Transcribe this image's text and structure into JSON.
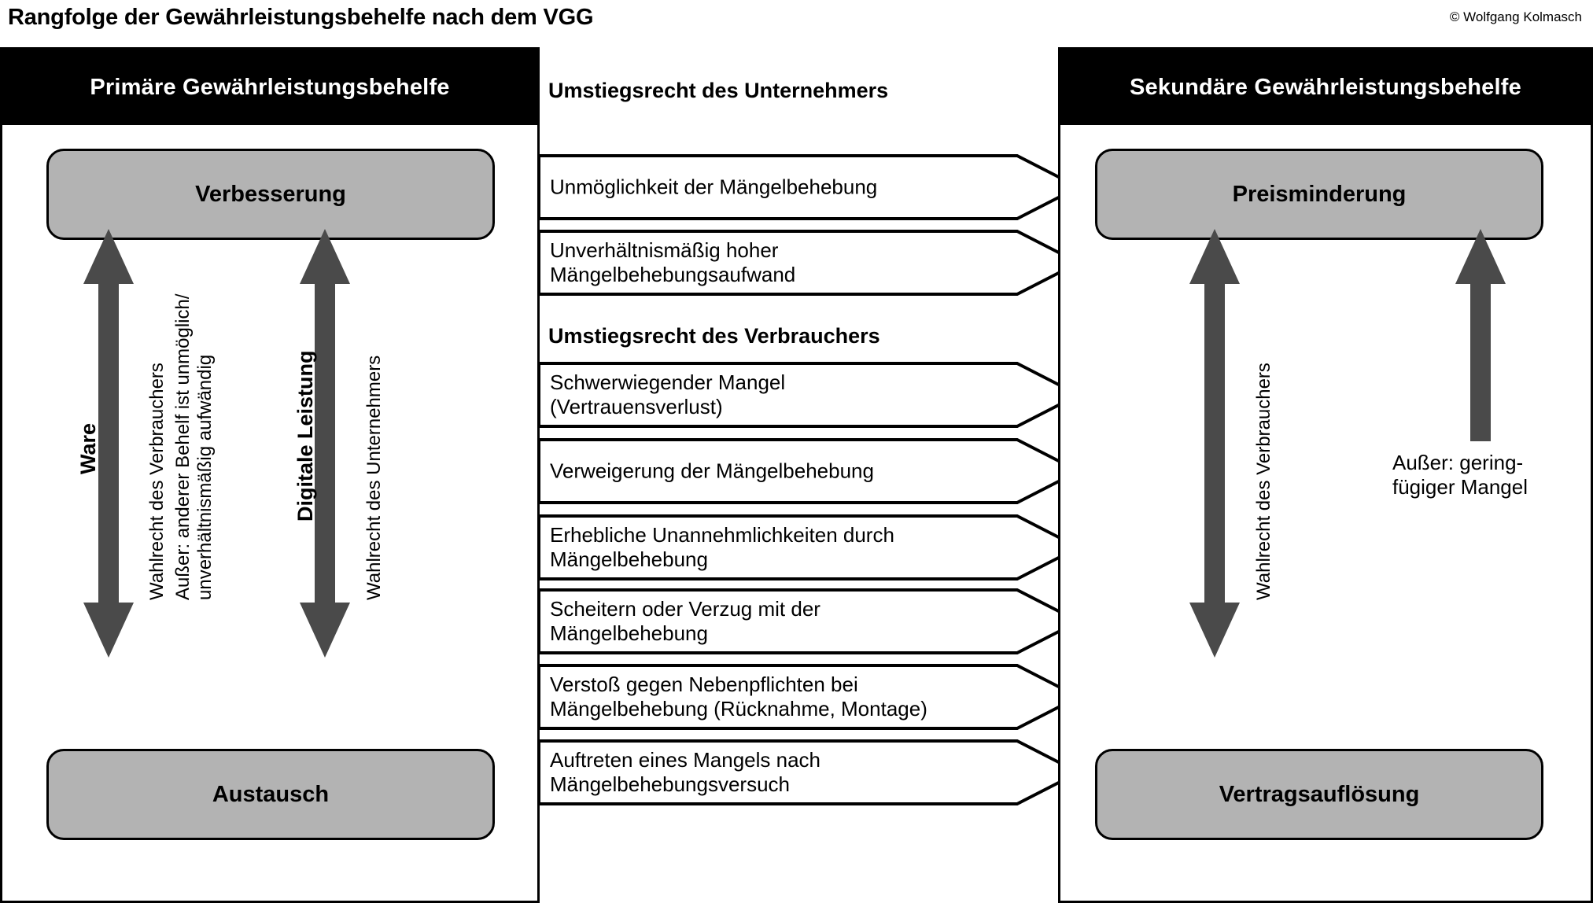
{
  "header": {
    "title": "Rangfolge der Gewährleistungsbehelfe nach dem VGG",
    "copyright": "© Wolfgang Kolmasch"
  },
  "left_panel": {
    "header": "Primäre Gewährleistungsbehelfe",
    "top_box": "Verbesserung",
    "bottom_box": "Austausch",
    "labels": {
      "ware": "Ware",
      "wahlrecht_verbraucher": "Wahlrecht des Verbrauchers",
      "ausser_condition": "Außer: anderer Behelf ist unmöglich/\nunverhältnismäßig aufwändig",
      "digitale_leistung": "Digitale Leistung",
      "wahlrecht_unternehmer": "Wahlrecht des Unternehmers"
    }
  },
  "center_column": {
    "sections": [
      {
        "heading": "Umstiegsrecht des Unternehmers",
        "items": [
          "Unmöglichkeit der Mängelbehebung",
          "Unverhältnismäßig hoher\nMängelbehebungsaufwand"
        ]
      },
      {
        "heading": "Umstiegsrecht des Verbrauchers",
        "items": [
          "Schwerwiegender Mangel\n(Vertrauensverlust)",
          "Verweigerung der Mängelbehebung",
          "Erhebliche Unannehmlichkeiten durch\nMängelbehebung",
          "Scheitern oder Verzug mit der\nMängelbehebung",
          "Verstoß gegen Nebenpflichten bei\nMängelbehebung (Rücknahme, Montage)",
          "Auftreten eines Mangels nach\nMängelbehebungsversuch"
        ]
      }
    ]
  },
  "right_panel": {
    "header": "Sekundäre Gewährleistungsbehelfe",
    "top_box": "Preisminderung",
    "bottom_box": "Vertragsauflösung",
    "labels": {
      "wahlrecht_verbraucher": "Wahlrecht des Verbrauchers",
      "ausser_geringfuegig": "Außer: gering-\nfügiger Mangel"
    }
  },
  "colors": {
    "box_gray": "#b3b3b3",
    "arrow_gray": "#4a4a4a",
    "header_black": "#000000",
    "page_white": "#ffffff"
  }
}
